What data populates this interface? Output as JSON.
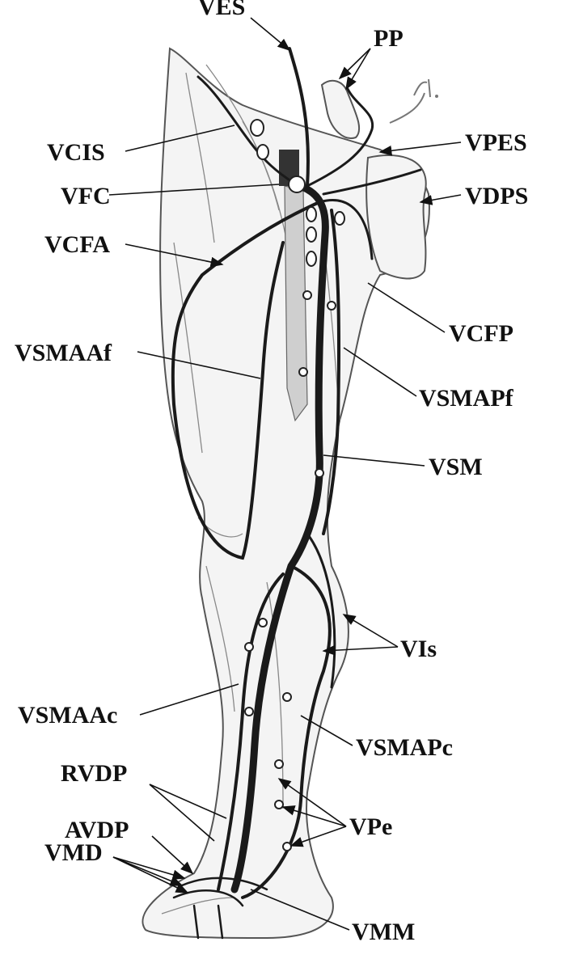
{
  "labels": {
    "ves": "VES",
    "pp": "PP",
    "vpes": "VPES",
    "vcis": "VCIS",
    "vfc": "VFC",
    "vdps": "VDPS",
    "vcfa": "VCFA",
    "vcfp": "VCFP",
    "vsmaaf": "VSMAAf",
    "vsmapf": "VSMAPf",
    "vsm": "VSM",
    "vis": "VIs",
    "vsmaac": "VSMAAc",
    "vsmapc": "VSMAPc",
    "rvdp": "RVDP",
    "avdp": "AVDP",
    "vpe": "VPe",
    "vmd": "VMD",
    "vmm": "VMM"
  },
  "signature": "sH.",
  "colors": {
    "ink": "#111111",
    "skin": "#f4f4f4",
    "vein": "#1a1a1a"
  }
}
